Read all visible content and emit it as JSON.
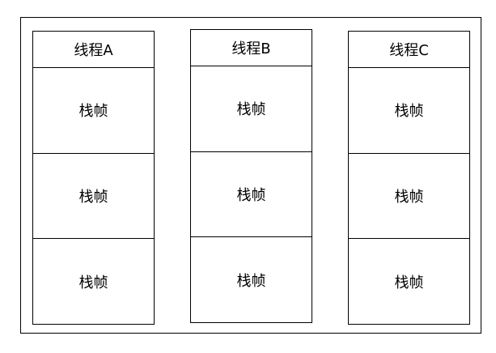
{
  "threads": [
    {
      "title": "线程A",
      "frames": [
        "栈帧",
        "栈帧",
        "栈帧"
      ]
    },
    {
      "title": "线程B",
      "frames": [
        "栈帧",
        "栈帧",
        "栈帧"
      ]
    },
    {
      "title": "线程C",
      "frames": [
        "栈帧",
        "栈帧",
        "栈帧"
      ]
    }
  ]
}
